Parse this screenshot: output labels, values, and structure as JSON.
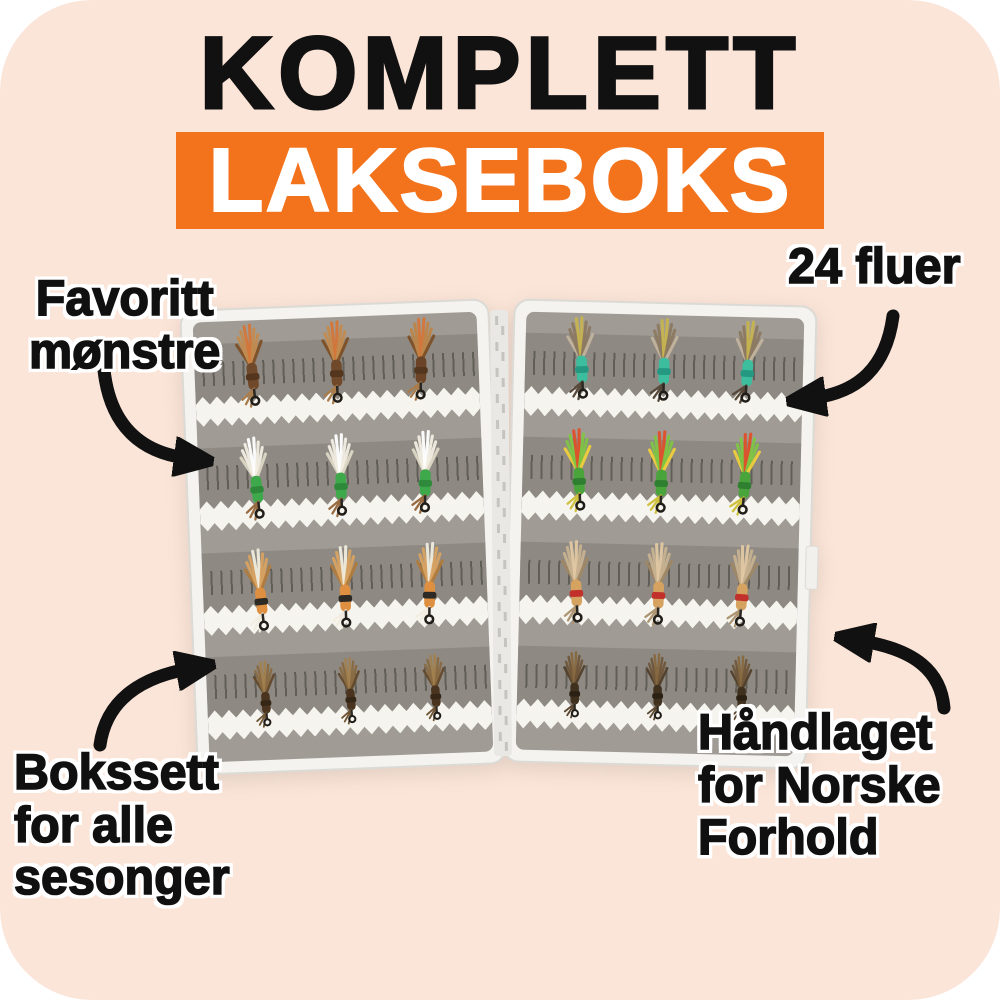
{
  "header": {
    "title": "KOMPLETT",
    "banner": "LAKSEBOKS"
  },
  "colors": {
    "card_background": "#FBE5D8",
    "accent_orange": "#F3731D",
    "text_black": "#111111",
    "outline_white": "#FFFFFF",
    "box_shell": "#F4F3F0",
    "foam_gray": "#A09C95",
    "foam_slot_gray": "#8E8A83",
    "foam_white_strip": "#F5F4EF"
  },
  "callouts": {
    "flies_count": {
      "text": "24 fluer"
    },
    "favorite": {
      "line1": "Favoritt",
      "line2": "mønstre"
    },
    "box_set": {
      "line1": "Bokssett",
      "line2": "for alle",
      "line3": "sesonger"
    },
    "handmade": {
      "line1": "Håndlaget",
      "line2": "for Norske",
      "line3": "Forhold"
    }
  },
  "product": {
    "left_rows": [
      {
        "flies": [
          {
            "wing": "#C28C50",
            "streak": "#7E5128",
            "tip": "#D4763A",
            "body": "#70482A",
            "band": "#53361D",
            "tail": "#A97C4C"
          },
          {
            "wing": "#C28C50",
            "streak": "#7E5128",
            "tip": "#D4763A",
            "body": "#70482A",
            "band": "#53361D",
            "tail": "#A97C4C"
          },
          {
            "wing": "#BD8549",
            "streak": "#7E5128",
            "tip": "#D4763A",
            "body": "#6B4427",
            "band": "#53361D",
            "tail": "#A97C4C"
          }
        ]
      },
      {
        "flies": [
          {
            "wing": "#F2EEE2",
            "streak": "#DED8C6",
            "tip": "#FFFFFF",
            "body": "#3EA94B",
            "band": "#2E8A3A",
            "tail": "#996B41"
          },
          {
            "wing": "#F2EEE2",
            "streak": "#DED8C6",
            "tip": "#FFFFFF",
            "body": "#3EA94B",
            "band": "#2E8A3A",
            "tail": "#996B41"
          },
          {
            "wing": "#F2EEE2",
            "streak": "#DED8C6",
            "tip": "#FFFFFF",
            "body": "#3EA94B",
            "band": "#2E8A3A",
            "tail": "#996B41"
          }
        ]
      },
      {
        "flies": [
          {
            "wing": "#D8A360",
            "streak": "#B07C3D",
            "tip": "#F0EBDD",
            "body": "#DE8F3F",
            "band": "#2D2A26",
            "tail": "#F2EDE0"
          },
          {
            "wing": "#D8A360",
            "streak": "#B07C3D",
            "tip": "#F0EBDD",
            "body": "#DE8F3F",
            "band": "#2D2A26",
            "tail": "#F2EDE0"
          },
          {
            "wing": "#D8A360",
            "streak": "#B07C3D",
            "tip": "#F0EBDD",
            "body": "#DE8F3F",
            "band": "#2D2A26",
            "tail": "#F2EDE0"
          }
        ]
      },
      {
        "flies": [
          {
            "wing": "#8A6B42",
            "streak": "#64492C",
            "tip": "#A3804F",
            "body": "#4A341F",
            "band": "#352616",
            "tail": "#6E5534"
          },
          {
            "wing": "#8A6B42",
            "streak": "#64492C",
            "tip": "#A3804F",
            "body": "#4A341F",
            "band": "#352616",
            "tail": "#6E5534"
          },
          {
            "wing": "#8A6B42",
            "streak": "#64492C",
            "tip": "#A3804F",
            "body": "#4A341F",
            "band": "#352616",
            "tail": "#6E5534"
          }
        ]
      }
    ],
    "right_rows": [
      {
        "flies": [
          {
            "wing": "#8D7A61",
            "streak": "#C2B49C",
            "tip": "#C8B44E",
            "body": "#3BBD9E",
            "band": "#259881",
            "tail": "#57493A"
          },
          {
            "wing": "#8D7A61",
            "streak": "#C2B49C",
            "tip": "#C8B44E",
            "body": "#3BBD9E",
            "band": "#259881",
            "tail": "#57493A"
          },
          {
            "wing": "#8D7A61",
            "streak": "#C2B49C",
            "tip": "#C8B44E",
            "body": "#3BBD9E",
            "band": "#259881",
            "tail": "#57493A"
          }
        ]
      },
      {
        "flies": [
          {
            "wing": "#7FC644",
            "streak": "#F0CE3C",
            "tip": "#E0512A",
            "body": "#49A43C",
            "band": "#2F7F30",
            "tail": "#CFC13E"
          },
          {
            "wing": "#7FC644",
            "streak": "#F0CE3C",
            "tip": "#E0512A",
            "body": "#49A43C",
            "band": "#2F7F30",
            "tail": "#CFC13E"
          },
          {
            "wing": "#7FC644",
            "streak": "#F0CE3C",
            "tip": "#E0512A",
            "body": "#49A43C",
            "band": "#2F7F30",
            "tail": "#CFC13E"
          }
        ]
      },
      {
        "flies": [
          {
            "wing": "#C8B190",
            "streak": "#9F8765",
            "tip": "#E3C9A4",
            "body": "#D6A260",
            "band": "#C1302B",
            "tail": "#AE9572"
          },
          {
            "wing": "#C8B190",
            "streak": "#9F8765",
            "tip": "#E3C9A4",
            "body": "#D6A260",
            "band": "#C1302B",
            "tail": "#AE9572"
          },
          {
            "wing": "#C8B190",
            "streak": "#9F8765",
            "tip": "#E3C9A4",
            "body": "#D6A260",
            "band": "#C1302B",
            "tail": "#AE9572"
          }
        ]
      },
      {
        "flies": [
          {
            "wing": "#70573A",
            "streak": "#52402A",
            "tip": "#87693F",
            "body": "#40301E",
            "band": "#2B2014",
            "tail": "#5C4830"
          },
          {
            "wing": "#70573A",
            "streak": "#52402A",
            "tip": "#87693F",
            "body": "#40301E",
            "band": "#2B2014",
            "tail": "#5C4830"
          },
          {
            "wing": "#70573A",
            "streak": "#52402A",
            "tip": "#87693F",
            "body": "#40301E",
            "band": "#2B2014",
            "tail": "#5C4830"
          }
        ]
      }
    ]
  }
}
